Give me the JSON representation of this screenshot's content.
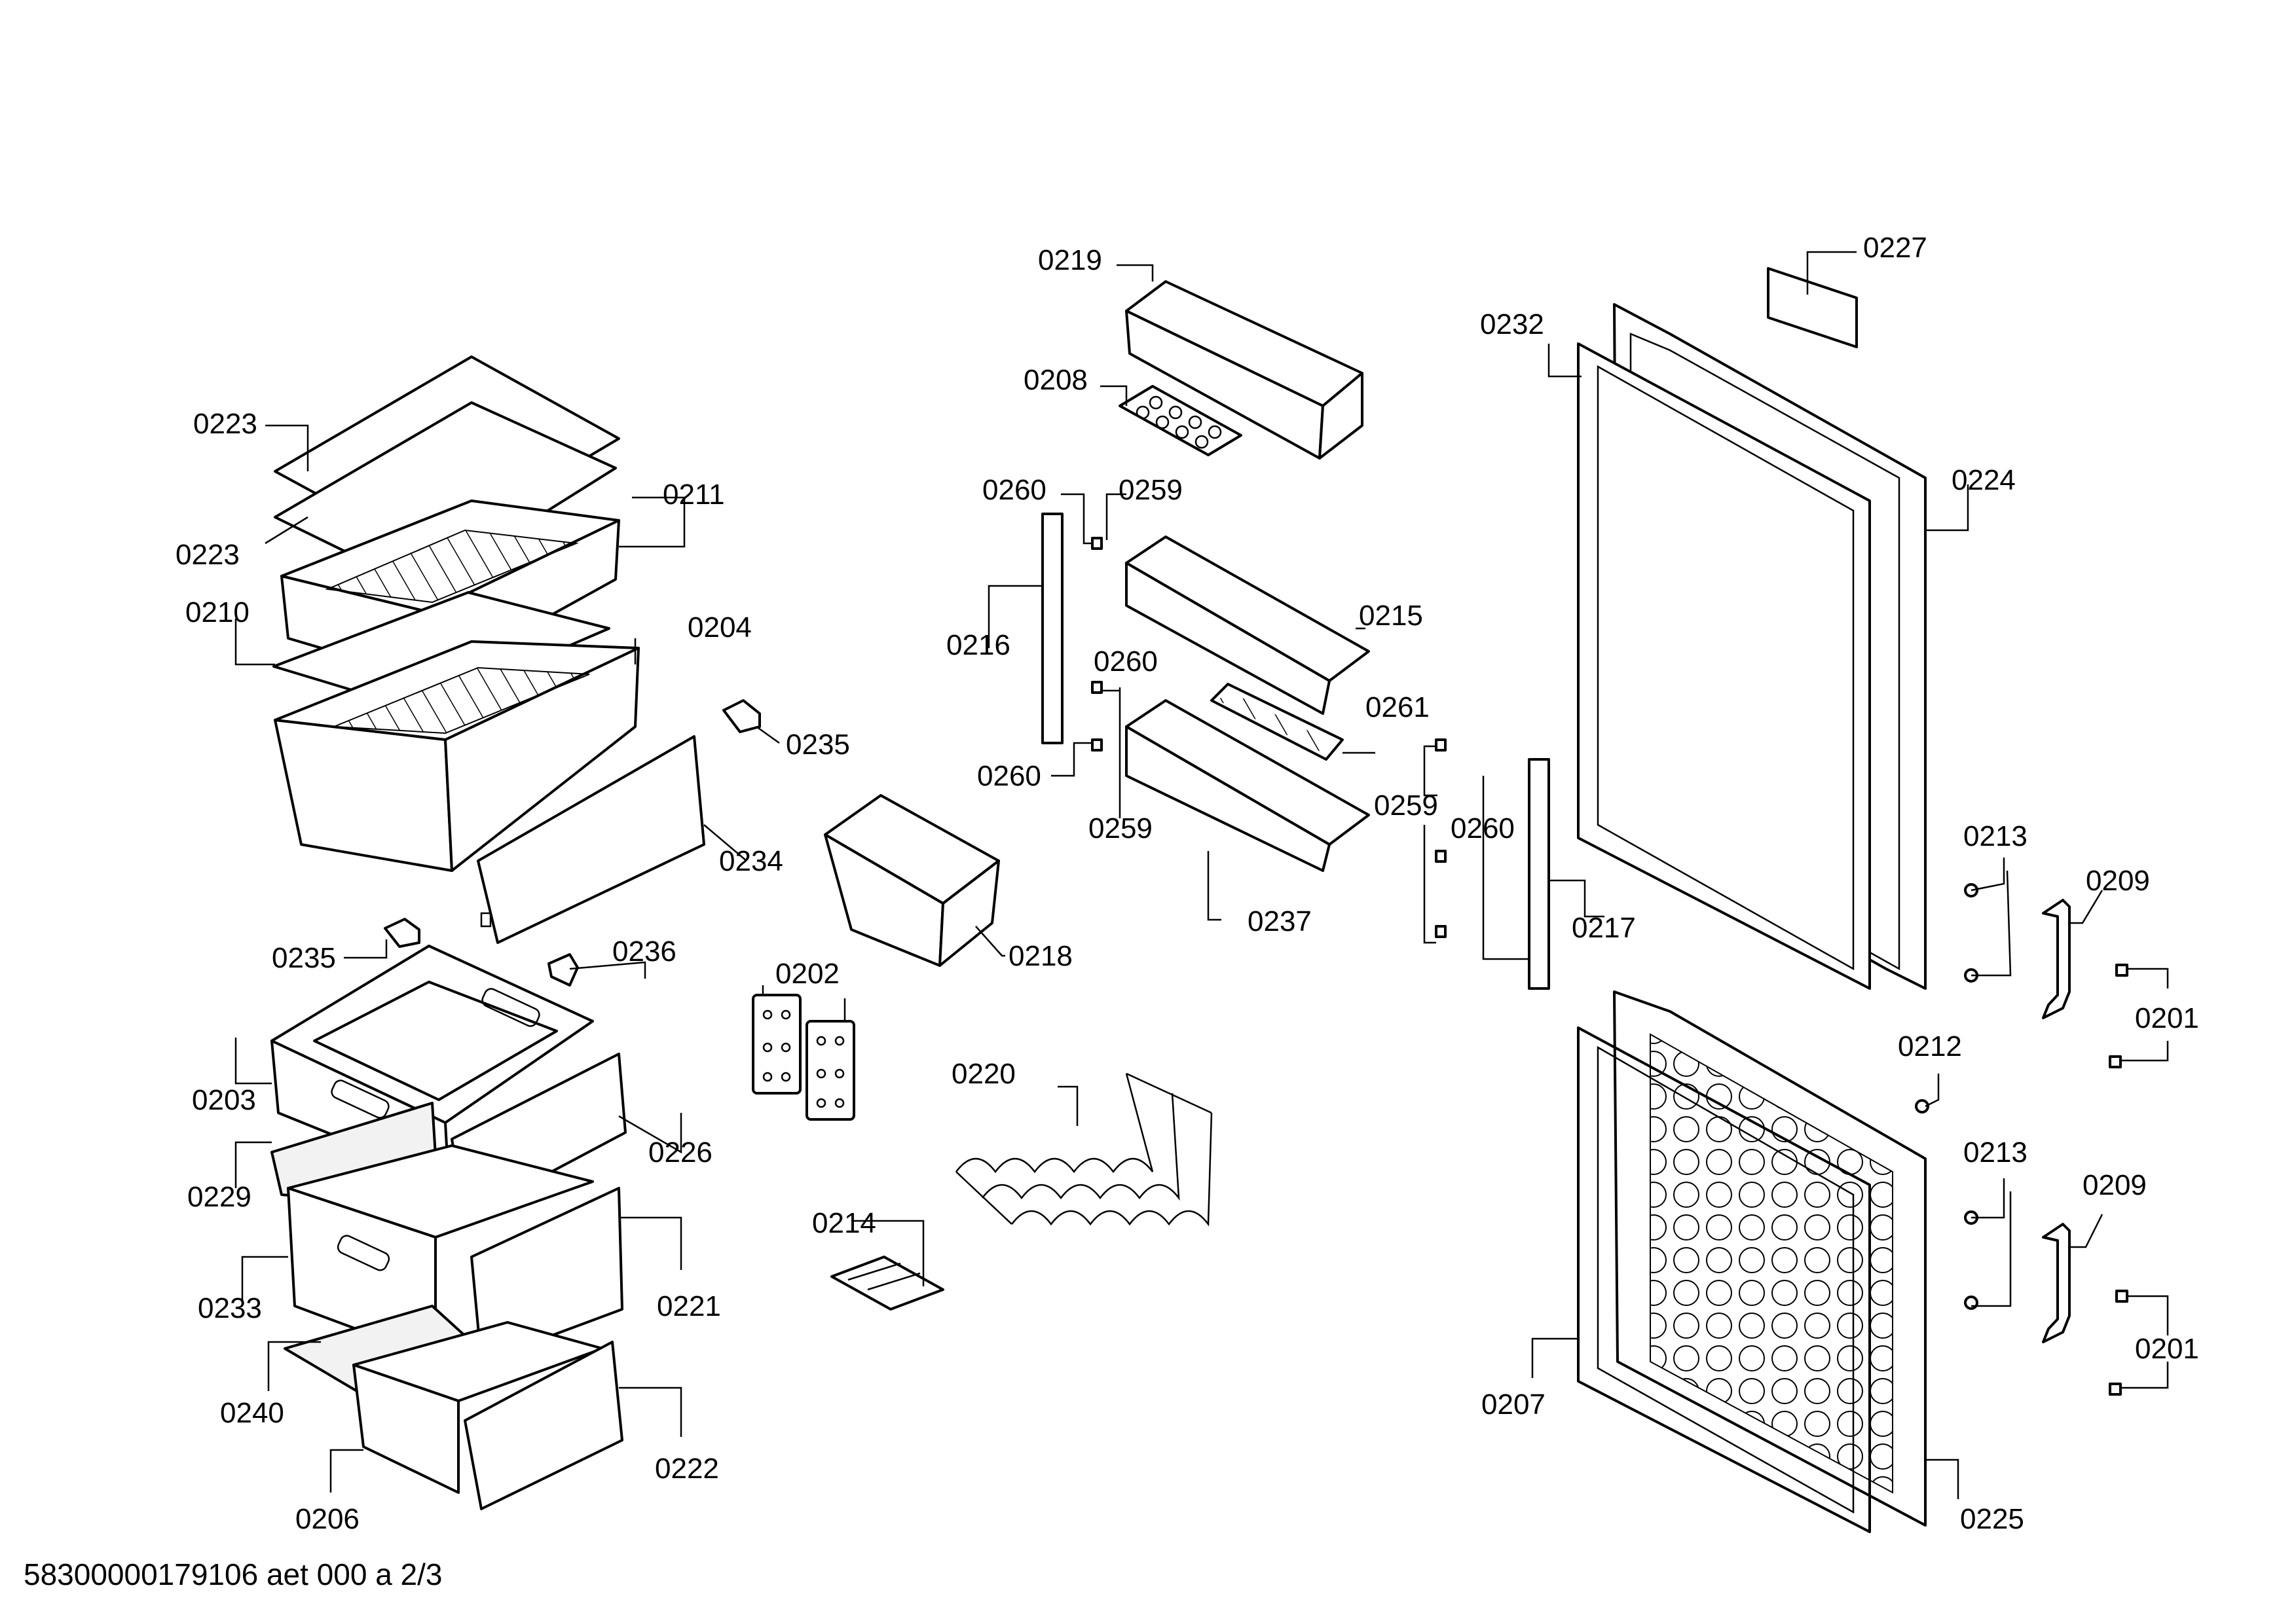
{
  "footer_text": "58300000179106 aet 000 a 2/3",
  "labels": {
    "p0223a": "0223",
    "p0223b": "0223",
    "p0211": "0211",
    "p0210": "0210",
    "p0204": "0204",
    "p0235a": "0235",
    "p0234": "0234",
    "p0235b": "0235",
    "p0236": "0236",
    "p0203": "0203",
    "p0226": "0226",
    "p0229": "0229",
    "p0233": "0233",
    "p0221": "0221",
    "p0240": "0240",
    "p0206": "0206",
    "p0222": "0222",
    "p0202": "0202",
    "p0218": "0218",
    "p0220": "0220",
    "p0214": "0214",
    "p0219": "0219",
    "p0208": "0208",
    "p0260a": "0260",
    "p0259a": "0259",
    "p0216": "0216",
    "p0215": "0215",
    "p0260b": "0260",
    "p0261": "0261",
    "p0260c": "0260",
    "p0259b": "0259",
    "p0237": "0237",
    "p0259c": "0259",
    "p0260d": "0260",
    "p0217": "0217",
    "p0227": "0227",
    "p0232": "0232",
    "p0224": "0224",
    "p0213a": "0213",
    "p0209a": "0209",
    "p0201a": "0201",
    "p0212": "0212",
    "p0213b": "0213",
    "p0209b": "0209",
    "p0201b": "0201",
    "p0207": "0207",
    "p0225": "0225"
  }
}
